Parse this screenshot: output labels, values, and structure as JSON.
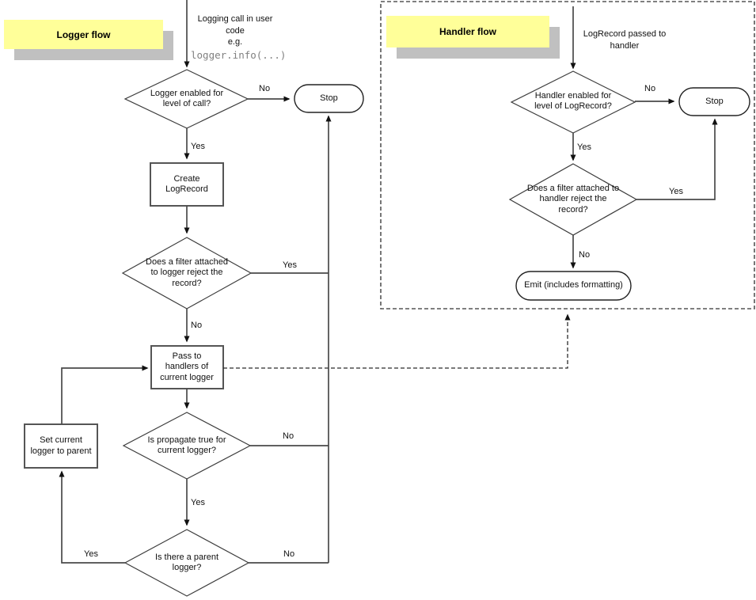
{
  "diagram": {
    "background": "#ffffff",
    "colors": {
      "label_bg": "#ffff99",
      "label_shadow": "#c0c0c0",
      "connector_line": "#4a4a4a",
      "shape_border": "#3c3c3c",
      "dashed_border": "#555555",
      "code_text": "#808080",
      "text": "#000000"
    },
    "logger_flow": {
      "title": "Logger flow",
      "start_text": "Logging call in user code",
      "start_eg": "e.g.",
      "start_code": "logger.info(...)",
      "decision_level": "Logger enabled for level of call?",
      "stop": "Stop",
      "create_record": "Create LogRecord",
      "decision_filter": "Does a filter attached to logger reject the record?",
      "pass_handlers": "Pass to handlers of current logger",
      "decision_propagate": "Is propagate true for current logger?",
      "decision_parent": "Is there a parent logger?",
      "set_parent": "Set current logger to parent",
      "edge_labels": {
        "level_no": "No",
        "level_yes": "Yes",
        "filter_yes": "Yes",
        "filter_no": "No",
        "propagate_no": "No",
        "propagate_yes": "Yes",
        "parent_yes": "Yes",
        "parent_no": "No"
      }
    },
    "handler_flow": {
      "title": "Handler flow",
      "start_text": "LogRecord passed to handler",
      "decision_level": "Handler enabled for level of LogRecord?",
      "stop": "Stop",
      "decision_filter": "Does a filter attached to handler reject the record?",
      "emit": "Emit (includes formatting)",
      "edge_labels": {
        "level_no": "No",
        "level_yes": "Yes",
        "filter_yes": "Yes",
        "filter_no": "No"
      }
    }
  }
}
